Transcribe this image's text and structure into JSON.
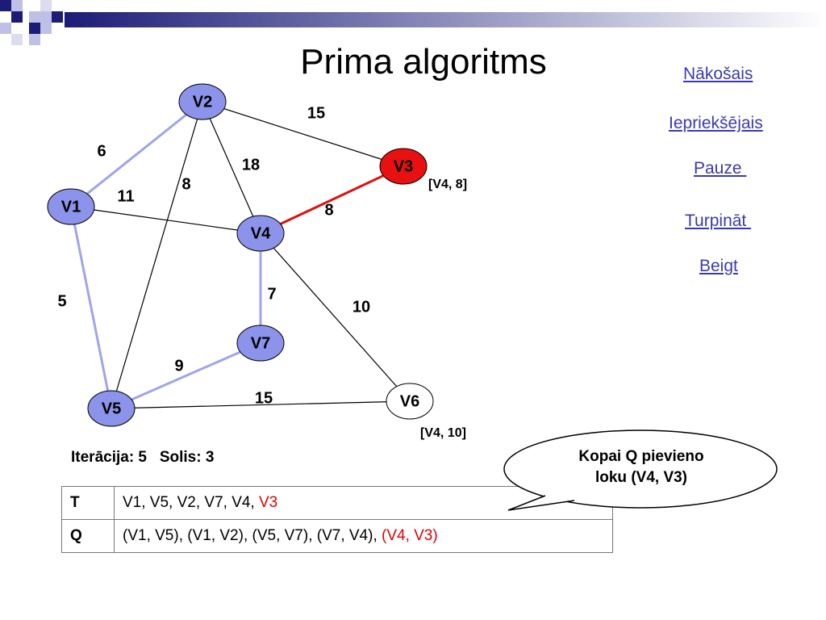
{
  "title": "Prima algoritms",
  "nav": {
    "next": "Nākošais",
    "previous": "Iepriekšējais",
    "pause": "Pauze ",
    "continue": "Turpināt ",
    "end": "Beigt"
  },
  "colors": {
    "node_fill": "#8c93ea",
    "selected_node_fill": "#e81010",
    "plain_node_fill": "#ffffff",
    "tree_edge": "#9fa4ec",
    "new_edge": "#e01010",
    "plain_edge": "#000000",
    "highlight_text": "#e00000",
    "link": "#3a3ab0"
  },
  "graph": {
    "nodes": [
      {
        "id": "V1",
        "label": "V1",
        "state": "tree"
      },
      {
        "id": "V2",
        "label": "V2",
        "state": "tree"
      },
      {
        "id": "V3",
        "label": "V3",
        "state": "new"
      },
      {
        "id": "V4",
        "label": "V4",
        "state": "tree"
      },
      {
        "id": "V5",
        "label": "V5",
        "state": "tree"
      },
      {
        "id": "V6",
        "label": "V6",
        "state": "plain"
      },
      {
        "id": "V7",
        "label": "V7",
        "state": "tree"
      }
    ],
    "edges": [
      {
        "from": "V1",
        "to": "V2",
        "weight": "6",
        "state": "tree"
      },
      {
        "from": "V2",
        "to": "V3",
        "weight": "15",
        "state": "plain"
      },
      {
        "from": "V2",
        "to": "V4",
        "weight": "18",
        "state": "plain"
      },
      {
        "from": "V2",
        "to": "V5",
        "weight": "8",
        "state": "plain"
      },
      {
        "from": "V1",
        "to": "V4",
        "weight": "11",
        "state": "plain"
      },
      {
        "from": "V4",
        "to": "V3",
        "weight": "8",
        "state": "new"
      },
      {
        "from": "V1",
        "to": "V5",
        "weight": "5",
        "state": "tree"
      },
      {
        "from": "V4",
        "to": "V7",
        "weight": "7",
        "state": "tree"
      },
      {
        "from": "V4",
        "to": "V6",
        "weight": "10",
        "state": "plain"
      },
      {
        "from": "V7",
        "to": "V5",
        "weight": "9",
        "state": "tree"
      },
      {
        "from": "V5",
        "to": "V6",
        "weight": "15",
        "state": "plain"
      }
    ],
    "annotations": [
      {
        "node": "V3",
        "text": "[V4, 8]"
      },
      {
        "node": "V6",
        "text": "[V4, 10]"
      }
    ]
  },
  "iteration": {
    "text": "Iterācija: 5   Solis: 3"
  },
  "table": {
    "rows": [
      {
        "key": "T",
        "normal": "V1, V5, V2, V7, V4, ",
        "highlight": "V3"
      },
      {
        "key": "Q",
        "normal": "(V1, V5), (V1, V2), (V5, V7), (V7, V4), ",
        "highlight": "(V4, V3)"
      }
    ]
  },
  "callout": {
    "line1": "Kopai Q pievieno",
    "line2": "loku (V4, V3)"
  }
}
